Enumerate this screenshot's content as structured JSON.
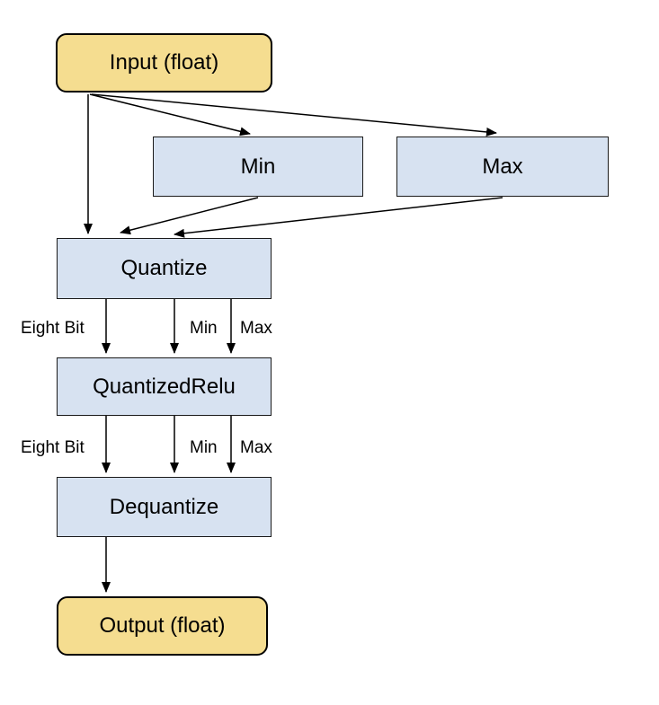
{
  "diagram": {
    "nodes": {
      "input": {
        "label": "Input (float)",
        "type": "io"
      },
      "min": {
        "label": "Min",
        "type": "op"
      },
      "max": {
        "label": "Max",
        "type": "op"
      },
      "quantize": {
        "label": "Quantize",
        "type": "op"
      },
      "quantized_relu": {
        "label": "QuantizedRelu",
        "type": "op"
      },
      "dequantize": {
        "label": "Dequantize",
        "type": "op"
      },
      "output": {
        "label": "Output (float)",
        "type": "io"
      }
    },
    "edge_labels": {
      "quantize_to_relu": {
        "eight_bit": "Eight Bit",
        "min": "Min",
        "max": "Max"
      },
      "relu_to_dequantize": {
        "eight_bit": "Eight Bit",
        "min": "Min",
        "max": "Max"
      }
    },
    "edges": [
      "input->quantize",
      "input->min",
      "input->max",
      "min->quantize",
      "max->quantize",
      "quantize->quantized_relu (eight bit)",
      "quantize->quantized_relu (min)",
      "quantize->quantized_relu (max)",
      "quantized_relu->dequantize (eight bit)",
      "quantized_relu->dequantize (min)",
      "quantized_relu->dequantize (max)",
      "dequantize->output"
    ],
    "colors": {
      "io_fill": "#f5dd90",
      "op_fill": "#d7e2f1",
      "border": "#000000",
      "arrow": "#000000",
      "background": "#ffffff"
    }
  }
}
